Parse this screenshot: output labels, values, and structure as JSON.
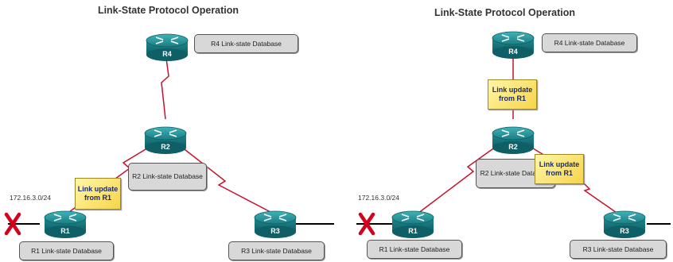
{
  "left": {
    "title": "Link-State Protocol Operation",
    "routers": {
      "r4": "R4",
      "r2": "R2",
      "r1": "R1",
      "r3": "R3"
    },
    "databases": {
      "r4": "R4 Link-state Database",
      "r2": "R2 Link-state Database",
      "r1": "R1 Link-state Database",
      "r3": "R3 Link-state Database"
    },
    "subnet": "172.16.3.0/24",
    "update_note": "Link update from R1"
  },
  "right": {
    "title": "Link-State Protocol Operation",
    "routers": {
      "r4": "R4",
      "r2": "R2",
      "r1": "R1",
      "r3": "R3"
    },
    "databases": {
      "r4": "R4 Link-state Database",
      "r2": "R2 Link-state Database",
      "r1": "R1 Link-state Database",
      "r3": "R3 Link-state Database"
    },
    "subnet": "172.16.3.0/24",
    "update_note_top": "Link update from R1",
    "update_note_right": "Link update from R1"
  },
  "colors": {
    "router_teal": "#1e8a8f",
    "link_red": "#c8102e",
    "failure_x": "#d6001c",
    "note_yellow": "#f7d54a"
  }
}
